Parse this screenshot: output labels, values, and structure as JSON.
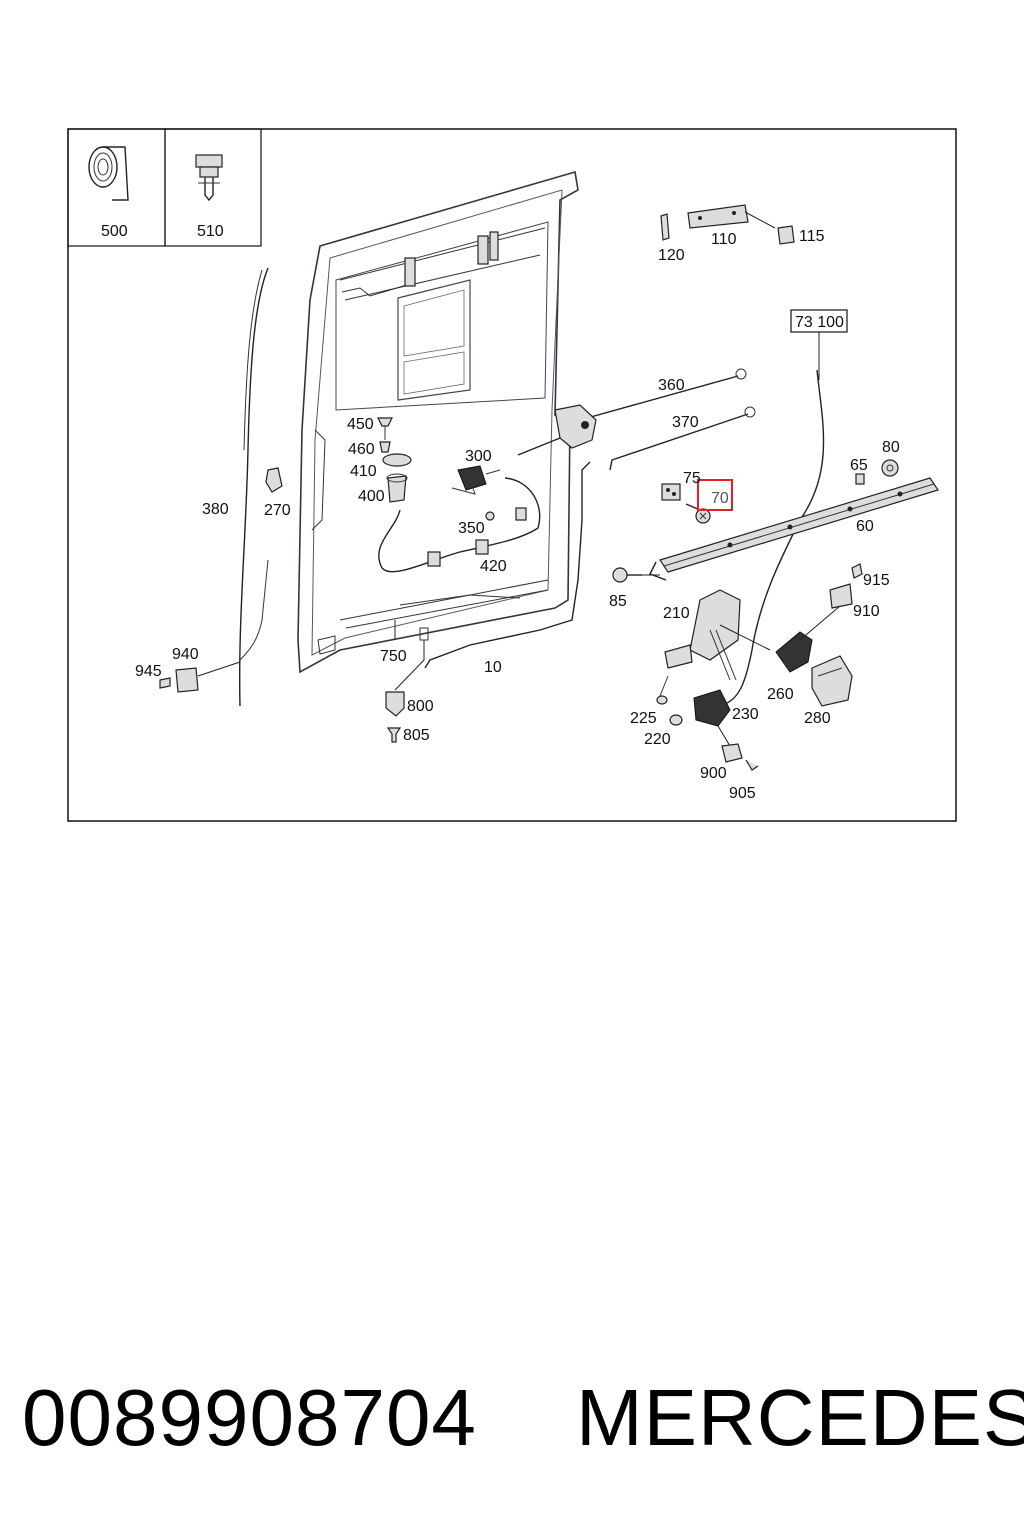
{
  "inset_labels": [
    "500",
    "510"
  ],
  "callouts": {
    "c120": "120",
    "c110": "110",
    "c115": "115",
    "c73100": "73 100",
    "c360": "360",
    "c370": "370",
    "c450": "450",
    "c460": "460",
    "c410": "410",
    "c400": "400",
    "c300": "300",
    "c350": "350",
    "c420": "420",
    "c380": "380",
    "c270": "270",
    "c75": "75",
    "c70": "70",
    "c65": "65",
    "c80": "80",
    "c60": "60",
    "c85": "85",
    "c210": "210",
    "c915": "915",
    "c910": "910",
    "c260": "260",
    "c280": "280",
    "c225": "225",
    "c220": "220",
    "c230": "230",
    "c900": "900",
    "c905": "905",
    "c940": "940",
    "c945": "945",
    "c750": "750",
    "c10": "10",
    "c800": "800",
    "c805": "805"
  },
  "highlight": {
    "part": "70",
    "color": "#e0202b"
  },
  "footer": {
    "part_number": "0089908704",
    "brand": "MERCEDES"
  }
}
